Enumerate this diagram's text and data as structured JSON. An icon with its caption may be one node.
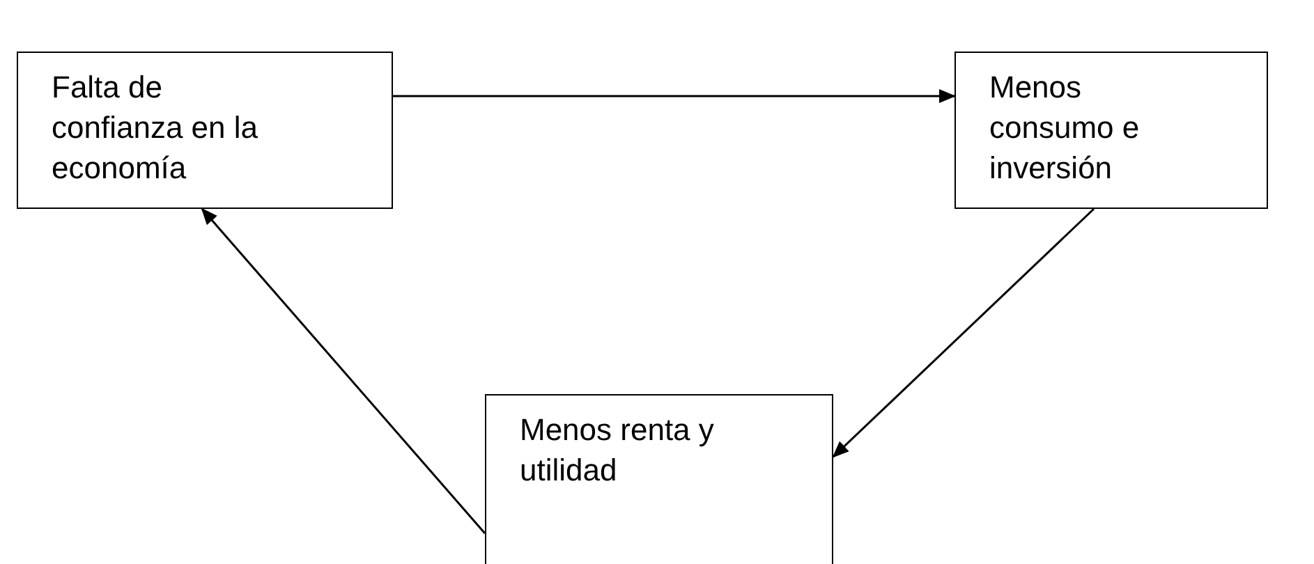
{
  "diagram": {
    "nodes": [
      {
        "text": [
          "Falta de confianza en la economía"
        ]
      },
      {
        "text": [
          "Menos consumo e inversión"
        ]
      },
      {
        "text": [
          "Menos renta y utilidad"
        ]
      }
    ],
    "edges": [
      {
        "from": 0,
        "to": 1,
        "arrow": "to"
      },
      {
        "from": 1,
        "to": 2,
        "arrow": "to"
      },
      {
        "from": 2,
        "to": 0,
        "arrow": "to"
      }
    ]
  }
}
